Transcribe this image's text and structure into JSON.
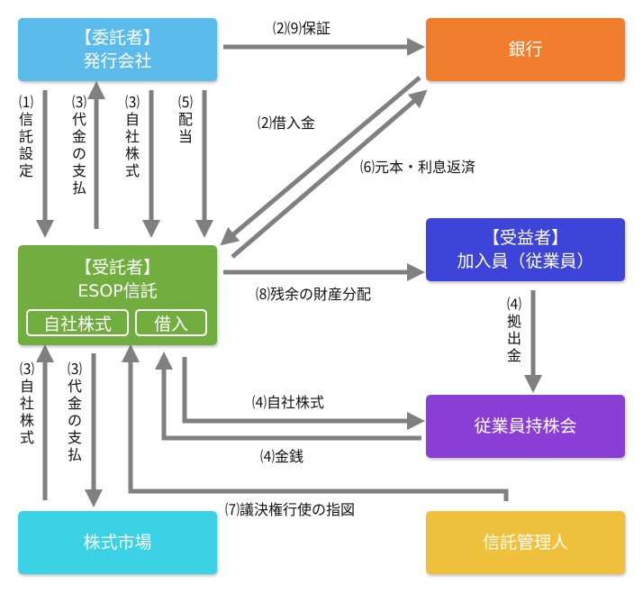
{
  "boxes": {
    "issuer": {
      "line1": "【委託者】",
      "line2": "発行会社",
      "color": "#5bbbea"
    },
    "bank": {
      "label": "銀行",
      "color": "#f07e2c"
    },
    "trustee": {
      "line1": "【受託者】",
      "line2": "ESOP信託",
      "color": "#72ad3f",
      "sub1": "自社株式",
      "sub2": "借入"
    },
    "beneficiary": {
      "line1": "【受益者】",
      "line2": "加入員（従業員）",
      "color": "#3d45d8"
    },
    "esop_assoc": {
      "label": "従業員持株会",
      "color": "#8a3ed6"
    },
    "market": {
      "label": "株式市場",
      "color": "#3ad2e4"
    },
    "trust_admin": {
      "label": "信託管理人",
      "color": "#f0c13c"
    }
  },
  "labels": {
    "guarantee": "⑵⑼保証",
    "borrow": "⑵借入金",
    "repay": "⑹元本・利息返済",
    "residual": "⑻残余の財産分配",
    "stock4": "⑷自社株式",
    "money4": "⑷金銭",
    "voting": "⑺議決権行使の指図"
  },
  "vlabels": {
    "trust_setup": {
      "num": "⑴",
      "text": "信託設定"
    },
    "payment_up": {
      "num": "⑶",
      "text": "代金の支払"
    },
    "stock_down": {
      "num": "⑶",
      "text": "自社株式"
    },
    "dividend": {
      "num": "⑸",
      "text": "配当"
    },
    "contribute": {
      "num": "⑷",
      "text": "拠出金"
    },
    "market_stock": {
      "num": "⑶",
      "text": "自社株式"
    },
    "market_pay": {
      "num": "⑶",
      "text": "代金の支払"
    }
  },
  "arrow_color": "#808080"
}
